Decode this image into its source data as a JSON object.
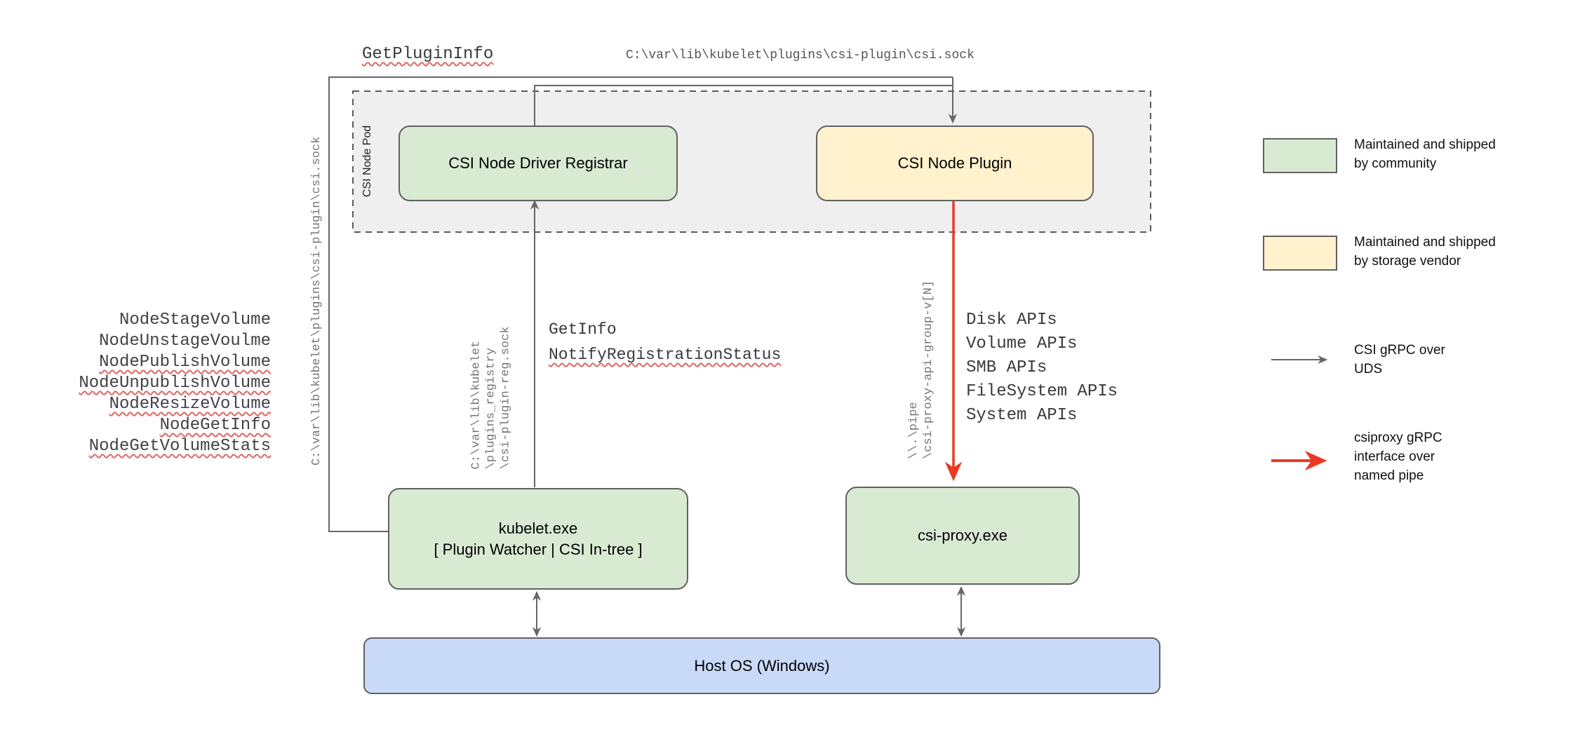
{
  "diagram": {
    "pod_label": "CSI Node Pod",
    "boxes": {
      "registrar": "CSI Node Driver Registrar",
      "plugin": "CSI Node Plugin",
      "kubelet_line1": "kubelet.exe",
      "kubelet_line2": "[ Plugin Watcher | CSI In-tree ]",
      "csi_proxy": "csi-proxy.exe",
      "host_os": "Host OS (Windows)"
    },
    "path_labels": {
      "get_plugin_info": "GetPluginInfo",
      "csi_sock_horizontal": "C:\\var\\lib\\kubelet\\plugins\\csi-plugin\\csi.sock",
      "csi_sock_vertical": "C:\\var\\lib\\kubelet\\plugins\\csi-plugin\\csi.sock",
      "registry_sock_lines": [
        "C:\\var\\lib\\kubelet",
        "\\plugins_registry",
        "\\csi-plugin-reg.sock"
      ],
      "get_info": "GetInfo",
      "notify_registration_status": "NotifyRegistrationStatus",
      "pipe_lines": [
        "\\\\.\\pipe",
        "\\csi-proxy-api-group-v[N]"
      ]
    },
    "node_apis": [
      "NodeStageVolume",
      "NodeUnstageVoulme",
      "NodePublishVolume",
      "NodeUnpublishVolume",
      "NodeResizeVolume",
      "NodeGetInfo",
      "NodeGetVolumeStats"
    ],
    "proxy_apis": [
      "Disk APIs",
      "Volume APIs",
      "SMB APIs",
      "FileSystem APIs",
      "System APIs"
    ],
    "legend": [
      {
        "key": "community",
        "text": "Maintained and shipped\nby community"
      },
      {
        "key": "vendor",
        "text": "Maintained and shipped\nby storage vendor"
      },
      {
        "key": "csi-grpc-uds",
        "text": "CSI gRPC over\nUDS"
      },
      {
        "key": "csiproxy-grpc",
        "text": "csiproxy gRPC\ninterface over\nnamed pipe"
      }
    ],
    "colors": {
      "community_green": "#d9ead3",
      "vendor_yellow": "#fff2cc",
      "host_blue": "#c9daf8",
      "pod_fill_gray": "#efefef",
      "line_gray": "#666666",
      "grpc_red": "#ea3a24",
      "squiggle_red": "#e06666"
    }
  }
}
